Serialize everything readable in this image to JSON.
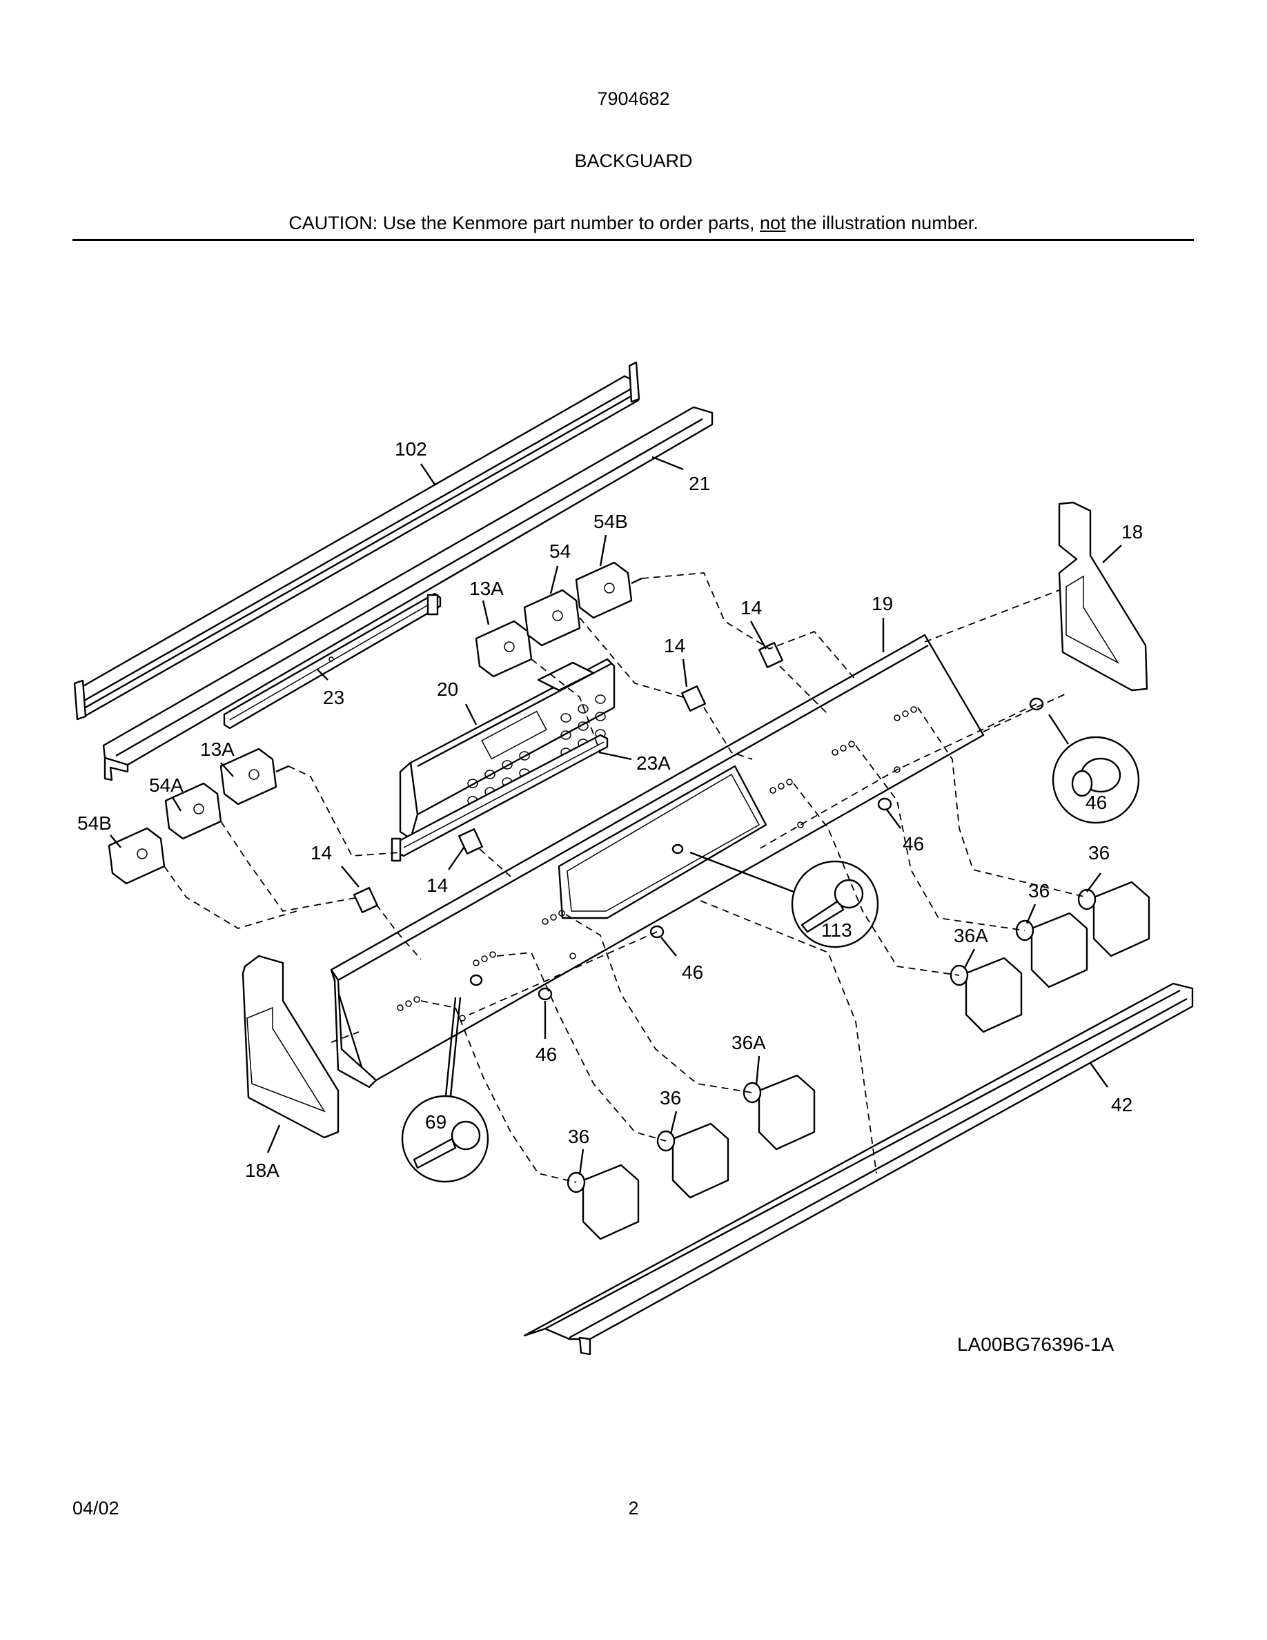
{
  "header": {
    "model_number": "7904682",
    "section_title": "BACKGUARD",
    "caution_prefix": "CAUTION: Use the Kenmore part number to order parts, ",
    "caution_emphasis": "not",
    "caution_suffix": " the illustration number."
  },
  "diagram": {
    "drawing_id": "LA00BG76396-1A",
    "callouts": {
      "c102": "102",
      "c21": "21",
      "c23": "23",
      "c20": "20",
      "c23a": "23A",
      "c13a_top": "13A",
      "c54_top": "54",
      "c54b_top": "54B",
      "c14_a": "14",
      "c14_b": "14",
      "c19": "19",
      "c18": "18",
      "c13a_left": "13A",
      "c54a_left": "54A",
      "c54b_left": "54B",
      "c14_c": "14",
      "c14_d": "14",
      "c46_a": "46",
      "c46_b": "46",
      "c46_c": "46",
      "c46_d": "46",
      "c113": "113",
      "c69": "69",
      "c36_a": "36",
      "c36_b": "36",
      "c36a_right": "36A",
      "c36a_mid": "36A",
      "c36_c": "36",
      "c36_d": "36",
      "c42": "42",
      "c18a": "18A"
    }
  },
  "footer": {
    "date": "04/02",
    "page_number": "2"
  }
}
